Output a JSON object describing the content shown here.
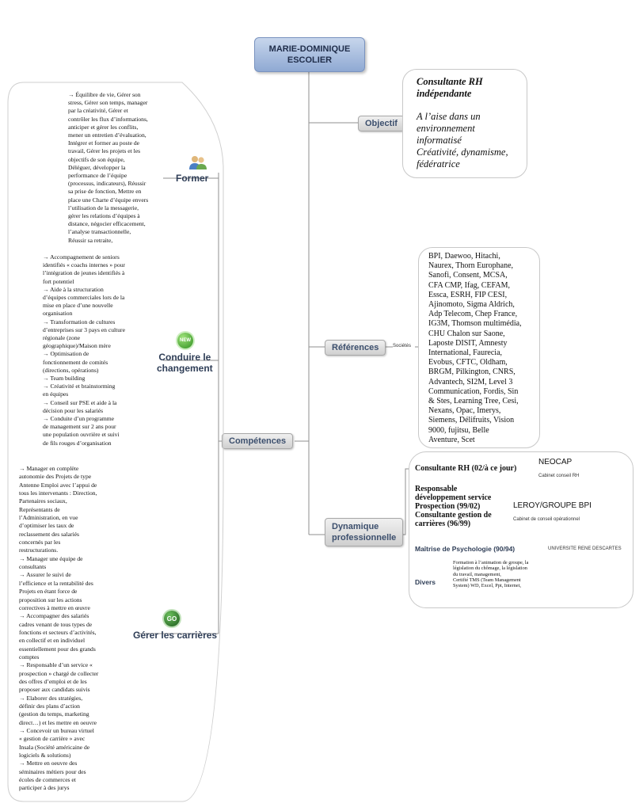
{
  "central": {
    "line1": "MARIE-DOMINIQUE",
    "line2": "ESCOLIER"
  },
  "branches": {
    "objectif": "Objectif",
    "competences": "Compétences",
    "references": "Références",
    "dynamique_line1": "Dynamique",
    "dynamique_line2": "professionnelle"
  },
  "objectif": {
    "title_line1": "Consultante RH",
    "title_line2": "indépendante",
    "body": "A l’aise dans un\nenvironnement\ninformatisé\nCréativité, dynamisme,\nfédératrice"
  },
  "references": {
    "sublabel": "Sociétés",
    "list": "BPI, Daewoo, Hitachi,\nNaurex, Thorn Europhane,\nSanofi, Consent, MCSA,\nCFA CMP, Ifag, CEFAM,\nEssca, ESRH, FIP CESI,\nAjinomoto, Sigma Aldrich,\nAdp Telecom, Chep France,\nIG3M, Thomson multimédia,\nCHU Chalon sur Saone,\nLaposte DISIT, Amnesty\nInternational, Faurecia,\nEvobus, CFTC, Oldham,\nBRGM, Pilkington, CNRS,\nAdvantech, SI2M, Level 3\nCommunication, Fordis, Sin\n& Stes, Learning Tree, Cesi,\nNexans, Opac, Imerys,\nSiemens, Délifruits, Vision\n9000, fujitsu, Belle\nAventure, Scet"
  },
  "competences": {
    "former": {
      "label": "Former",
      "icon": "people-icon",
      "text": "→    Équilibre de vie, Gérer son\nstress, Gérer son temps, manager\npar la créativité, Gérer et\ncontrôler les flux d’informations,\nanticiper et gérer les conflits,\nmener un entretien d’évaluation,\nIntégrer et former au poste de\ntravail, Gérer les projets et les\nobjectifs de son équipe,\nDéléguer, développer la\nperformance de l’équipe\n(processus, indicateurs), Réussir\nsa prise de fonction, Mettre en\nplace une Charte d’équipe envers\nl’utilisation de la messagerie,\ngérer les relations d’équipes à\ndistance, négocier efficacement,\nl’analyse transactionnelle,\nRéussir sa retraite,"
    },
    "changement": {
      "label_line1": "Conduire le",
      "label_line2": "changement",
      "badge": "NEW",
      "text": "→    Accompagnement de seniors\nidentifiés « coachs internes » pour\nl’intégration de jeunes identifiés à\nfort potentiel\n→    Aide à la structuration\nd’équipes commerciales lors de la\nmise en place d’une nouvelle\norganisation\n→    Transformation de cultures\nd’entreprises sur 3 pays en culture\nrégionale (zone\ngéographique)/Maison mère\n→    Optimisation de\nfonctionnement de comités\n(directions, opérations)\n→    Team building\n→    Créativité et brainstorming\nen équipes\n→    Conseil sur PSE et aide à la\ndécision pour les salariés\n→    Conduite d’un programme\nde management sur 2 ans pour\nune population ouvrière et suivi\nde fils rouges d’organisation"
    },
    "carrieres": {
      "label": "Gérer les carrières",
      "badge": "GO",
      "text": "→    Manager en complète\nautonomie des Projets de type\nAntenne Emploi avec l’appui de\ntous les intervenants : Direction,\nPartenaires sociaux,\nReprésentants de\nl’Administration, en vue\nd’optimiser les taux de\nreclassement des salariés\nconcernés par les\nrestructurations.\n→    Manager une équipe de\nconsultants\n→    Assurer le suivi de\nl’efficience et la rentabilité des\nProjets en étant force de\nproposition sur les actions\ncorrectives à mettre en œuvre\n→    Accompagner des salariés\ncadres venant de tous types de\nfonctions et secteurs d’activités,\nen collectif et en individuel\nessentiellement pour des grands\ncomptes\n→    Responsable d’un service «\nprospection » chargé de collecter\ndes offres d’emploi et de les\nproposer aux candidats suivis\n→    Elaborer des stratégies,\ndéfinir des plans d’action\n(gestion du temps, marketing\ndirect…) et les mettre en oeuvre\n→    Concevoir un bureau virtuel\n« gestion de carrière » avec\nInsala (Société américaine de\nlogiciels & solutions)\n→    Mettre en oeuvre des\nséminaires métiers pour des\nécoles de commerces et\nparticiper à des jurys"
    }
  },
  "dynamique": {
    "neocap_role": "Consultante RH (02/à ce jour)",
    "neocap_name": "NEOCAP",
    "neocap_desc": "Cabinet conseil RH",
    "leroy_roles": "Responsable\ndéveloppement service\nProspection  (99/02)\nConsultante gestion de\ncarrières (96/99)",
    "leroy_name": "LEROY/GROUPE BPI",
    "leroy_desc": "Cabinet de conseil opérationnel",
    "master": "Maîtrise de Psychologie (90/94)",
    "master_school": "UNIVERSITE RENE DESCARTES",
    "divers_label": "Divers",
    "divers_text": "Formation à l’animation de groupe, la\nlégislation du chômage, la législation\ndu travail, management,\nCertifié TMS (Team Management\nSystem) WD, Excel, Ppt, Internet,"
  }
}
